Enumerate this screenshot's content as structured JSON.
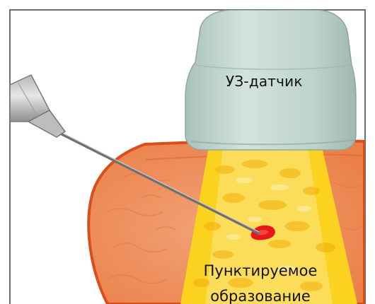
{
  "labels": {
    "probe": "УЗ-датчик",
    "target_line1": "Пунктируемое",
    "target_line2": "образование"
  },
  "colors": {
    "frame": "#6e6e6e",
    "tissue": "#ef8a52",
    "tissue_edge": "#d94f1c",
    "beam": "#fbd21f",
    "probe": "#bcd1cc",
    "target": "#e8161b",
    "needle": "#8b8b8b"
  }
}
